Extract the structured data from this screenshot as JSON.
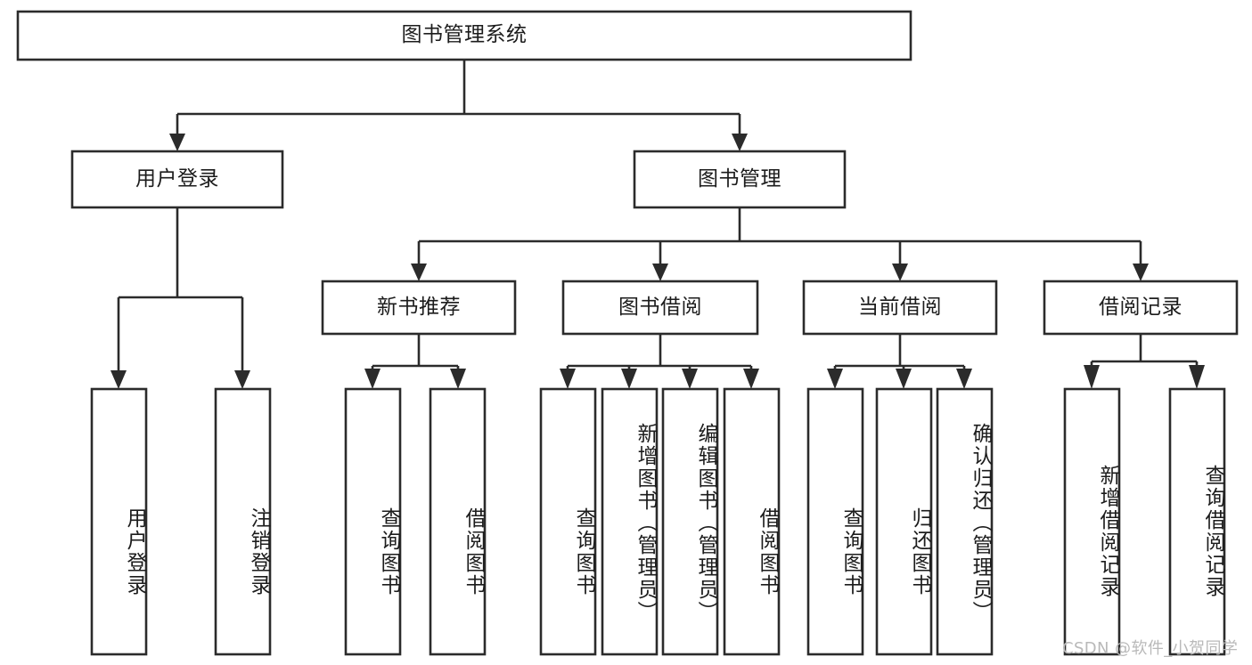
{
  "diagram": {
    "title": "图书管理系统",
    "type": "hierarchy-tree",
    "watermark": "CSDN @软件_小贺同学",
    "colors": {
      "box_stroke": "#2b2b2b",
      "box_fill": "#ffffff",
      "text": "#1c1c1c",
      "watermark": "#b9b9b9",
      "background": "#ffffff"
    },
    "nodes": {
      "root": {
        "label": "图书管理系统"
      },
      "level2": [
        {
          "id": "user-login",
          "label": "用户登录"
        },
        {
          "id": "book-manage",
          "label": "图书管理"
        }
      ],
      "level3": [
        {
          "id": "new-book-recommend",
          "label": "新书推荐"
        },
        {
          "id": "book-borrow",
          "label": "图书借阅"
        },
        {
          "id": "current-borrow",
          "label": "当前借阅"
        },
        {
          "id": "borrow-record",
          "label": "借阅记录"
        }
      ],
      "leaves": [
        {
          "id": "leaf-user-login",
          "label": "用户登录",
          "parent": "user-login"
        },
        {
          "id": "leaf-user-logout",
          "label": "注销登录",
          "parent": "user-login"
        },
        {
          "id": "leaf-query-book-1",
          "label": "查询图书",
          "parent": "new-book-recommend"
        },
        {
          "id": "leaf-borrow-book-1",
          "label": "借阅图书",
          "parent": "new-book-recommend"
        },
        {
          "id": "leaf-query-book-2",
          "label": "查询图书",
          "parent": "book-borrow"
        },
        {
          "id": "leaf-add-book",
          "label": "新增图书（管理员）",
          "parent": "book-borrow"
        },
        {
          "id": "leaf-edit-book",
          "label": "编辑图书（管理员）",
          "parent": "book-borrow"
        },
        {
          "id": "leaf-borrow-book-2",
          "label": "借阅图书",
          "parent": "book-borrow"
        },
        {
          "id": "leaf-query-book-3",
          "label": "查询图书",
          "parent": "current-borrow"
        },
        {
          "id": "leaf-return-book",
          "label": "归还图书",
          "parent": "current-borrow"
        },
        {
          "id": "leaf-confirm-return",
          "label": "确认归还（管理员）",
          "parent": "current-borrow"
        },
        {
          "id": "leaf-add-record",
          "label": "新增借阅记录",
          "parent": "borrow-record"
        },
        {
          "id": "leaf-query-record",
          "label": "查询借阅记录",
          "parent": "borrow-record"
        }
      ]
    }
  }
}
